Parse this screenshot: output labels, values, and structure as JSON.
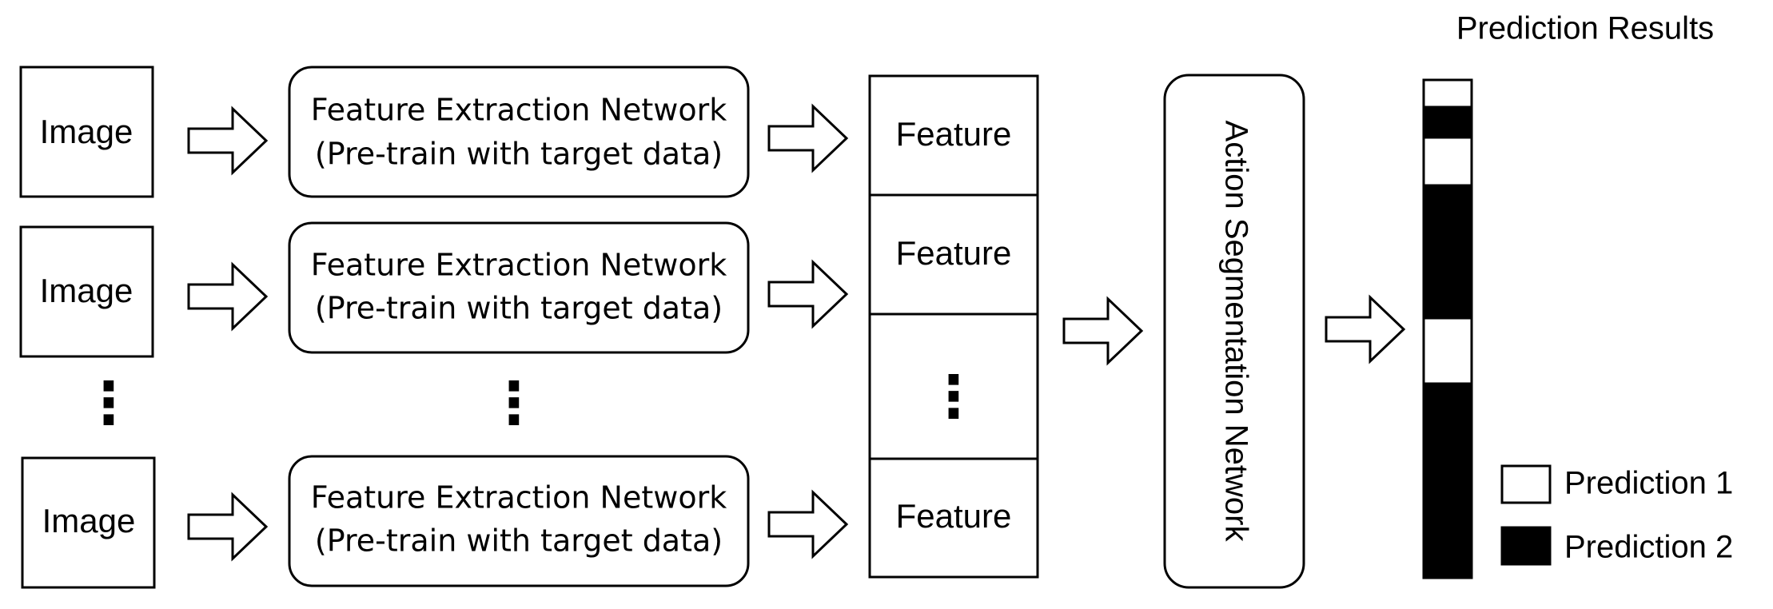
{
  "inputs": [
    {
      "image_label": "Image",
      "network_line1": "Feature Extraction Network",
      "network_line2": "(Pre-train with target data)"
    },
    {
      "image_label": "Image",
      "network_line1": "Feature Extraction Network",
      "network_line2": "(Pre-train with target data)"
    },
    {
      "image_label": "Image",
      "network_line1": "Feature Extraction Network",
      "network_line2": "(Pre-train with target data)"
    }
  ],
  "ellipsis": "⋮",
  "feature_stack": {
    "cells": [
      "Feature",
      "Feature",
      "⋮",
      "Feature"
    ]
  },
  "action_network": {
    "label": "Action Segmentation Network"
  },
  "prediction": {
    "title": "Prediction Results",
    "segments": [
      {
        "class": 1
      },
      {
        "class": 2
      },
      {
        "class": 1
      },
      {
        "class": 2
      },
      {
        "class": 1
      },
      {
        "class": 2
      }
    ]
  },
  "legend": {
    "items": [
      {
        "label": "Prediction 1",
        "color": "#ffffff"
      },
      {
        "label": "Prediction 2",
        "color": "#000000"
      }
    ]
  },
  "colors": {
    "stroke": "#000000",
    "background": "#ffffff"
  }
}
